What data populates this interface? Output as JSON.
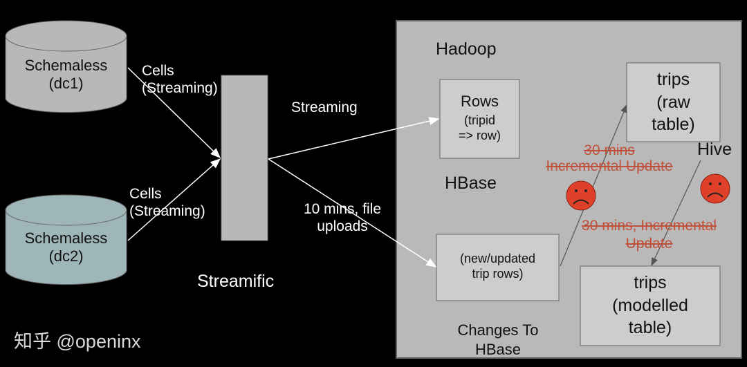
{
  "sources": [
    {
      "label": "Schemaless\n(dc1)",
      "color": "#b8b8b8",
      "edge_label": "Cells\n(Streaming)"
    },
    {
      "label": "Schemaless\n(dc2)",
      "color": "#9fb6b9",
      "edge_label": "Cells\n(Streaming)"
    }
  ],
  "streamific": {
    "label": "Streamific",
    "color": "#b8b8b8"
  },
  "edges": {
    "streaming": "Streaming",
    "file_uploads": "10 mins, file\nuploads"
  },
  "hadoop": {
    "title": "Hadoop",
    "hbase_label": "HBase",
    "changes_label": "Changes To\nHBase",
    "hive_label": "Hive",
    "rows_box": {
      "title": "Rows",
      "subtitle": "(tripid\n=> row)"
    },
    "updates_box": "(new/updated\ntrip rows)",
    "trips_raw": "trips\n(raw\ntable)",
    "trips_modelled": "trips\n(modelled\ntable)",
    "struck_1": "30 mins\nIncremental Update",
    "struck_2": "30 mins, Incremental\nUpdate",
    "sad_face_icon_color": "#e0402a"
  },
  "watermark": "知乎 @openinx"
}
